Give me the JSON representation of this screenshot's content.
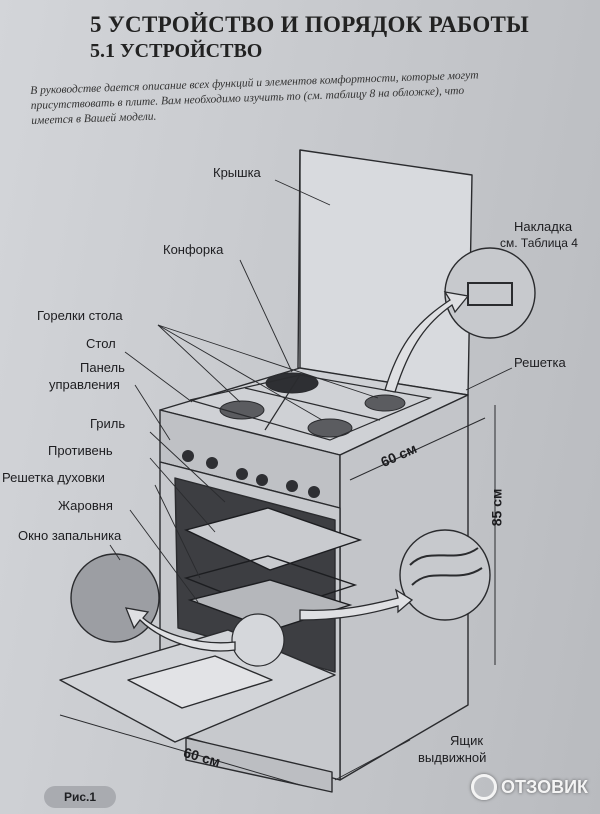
{
  "header": {
    "title": "5 УСТРОЙСТВО И ПОРЯДОК РАБОТЫ",
    "subtitle": "5.1 УСТРОЙСТВО"
  },
  "intro": {
    "line1": "В руководстве дается описание всех функций и элементов комфортности, которые могут",
    "line2": "присутствовать в плите. Вам необходимо изучить то (см. таблицу 8 на обложке), что",
    "line3": "имеется в Вашей модели."
  },
  "labels": {
    "lid": "Крышка",
    "hotplate": "Конфорка",
    "overlay_title": "Накладка",
    "overlay_ref": "см. Таблица 4",
    "burners": "Горелки стола",
    "table": "Стол",
    "panel_line1": "Панель",
    "panel_line2": "управления",
    "grate": "Решетка",
    "grill": "Гриль",
    "baking_tray": "Противень",
    "oven_rack": "Решетка духовки",
    "roasting_pan": "Жаровня",
    "ignition_window": "Окно запальника",
    "width_top": "60 см",
    "height": "85 см",
    "depth": "60 см",
    "drawer_line1": "Ящик",
    "drawer_line2": "выдвижной"
  },
  "figure": {
    "caption": "Рис.1"
  },
  "watermark": {
    "text": "ОТЗОВИК"
  }
}
